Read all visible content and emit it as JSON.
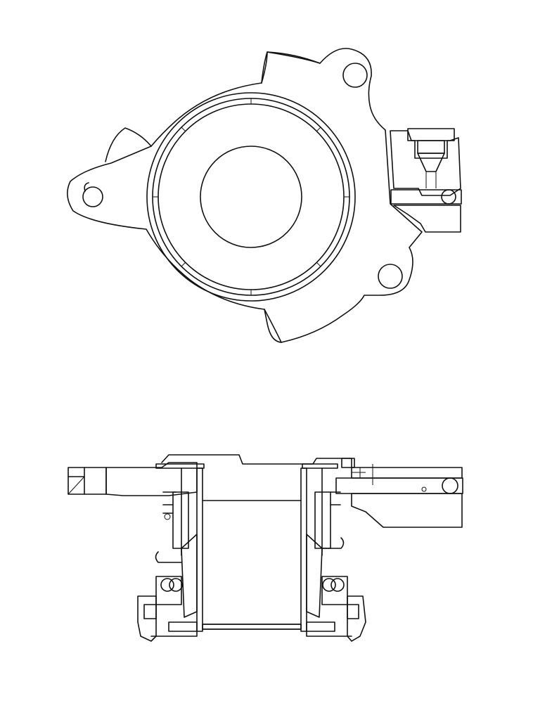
{
  "drawing": {
    "subject": "clutch-release-bearing",
    "views": [
      "plan-view",
      "cross-section-view"
    ],
    "colors": {
      "background": "#ffffff",
      "line": "#111111"
    }
  }
}
